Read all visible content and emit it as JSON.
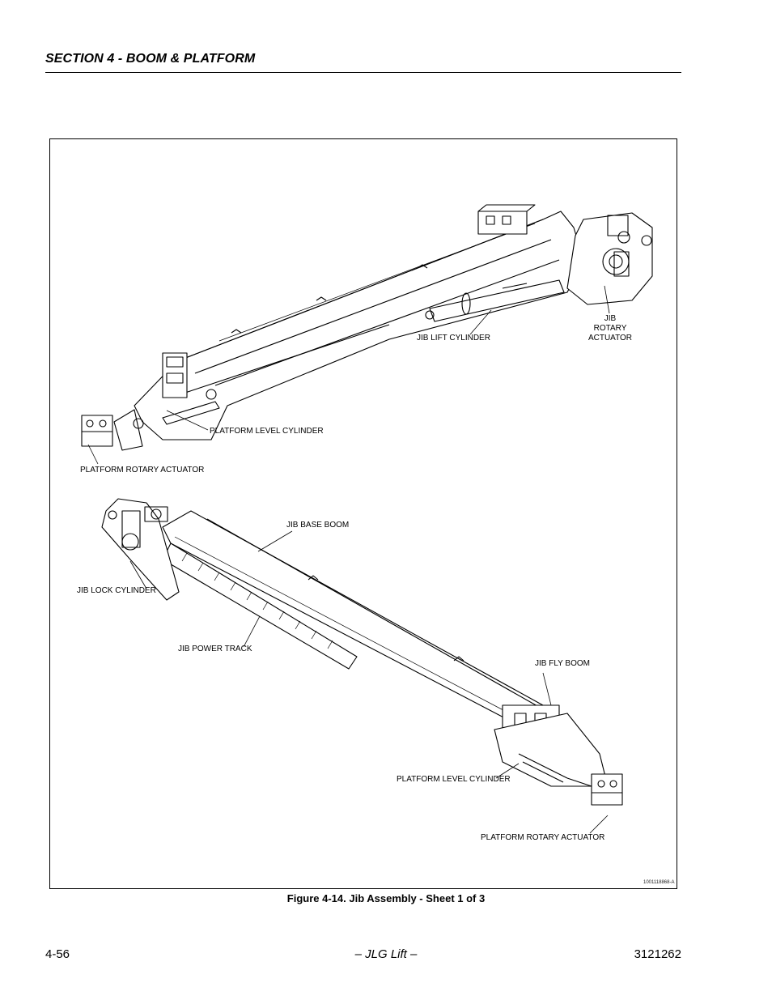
{
  "header": {
    "section_title": "SECTION 4 - BOOM & PLATFORM"
  },
  "figure": {
    "callouts": {
      "jib_lift_cylinder": "JIB LIFT CYLINDER",
      "jib_rotary_actuator_line1": "JIB",
      "jib_rotary_actuator_line2": "ROTARY",
      "jib_rotary_actuator_line3": "ACTUATOR",
      "platform_level_cylinder_top": "PLATFORM LEVEL CYLINDER",
      "platform_rotary_actuator_top": "PLATFORM ROTARY ACTUATOR",
      "jib_base_boom": "JIB BASE BOOM",
      "jib_lock_cylinder": "JIB LOCK CYLINDER",
      "jib_power_track": "JIB POWER TRACK",
      "jib_fly_boom": "JIB FLY BOOM",
      "platform_level_cylinder_bottom": "PLATFORM LEVEL CYLINDER",
      "platform_rotary_actuator_bottom": "PLATFORM ROTARY ACTUATOR"
    },
    "drawing_id": "1001118868-A",
    "caption": "Figure 4-14.  Jib Assembly - Sheet 1 of 3"
  },
  "footer": {
    "page_number": "4-56",
    "center_text": "– JLG Lift –",
    "doc_number": "3121262"
  }
}
